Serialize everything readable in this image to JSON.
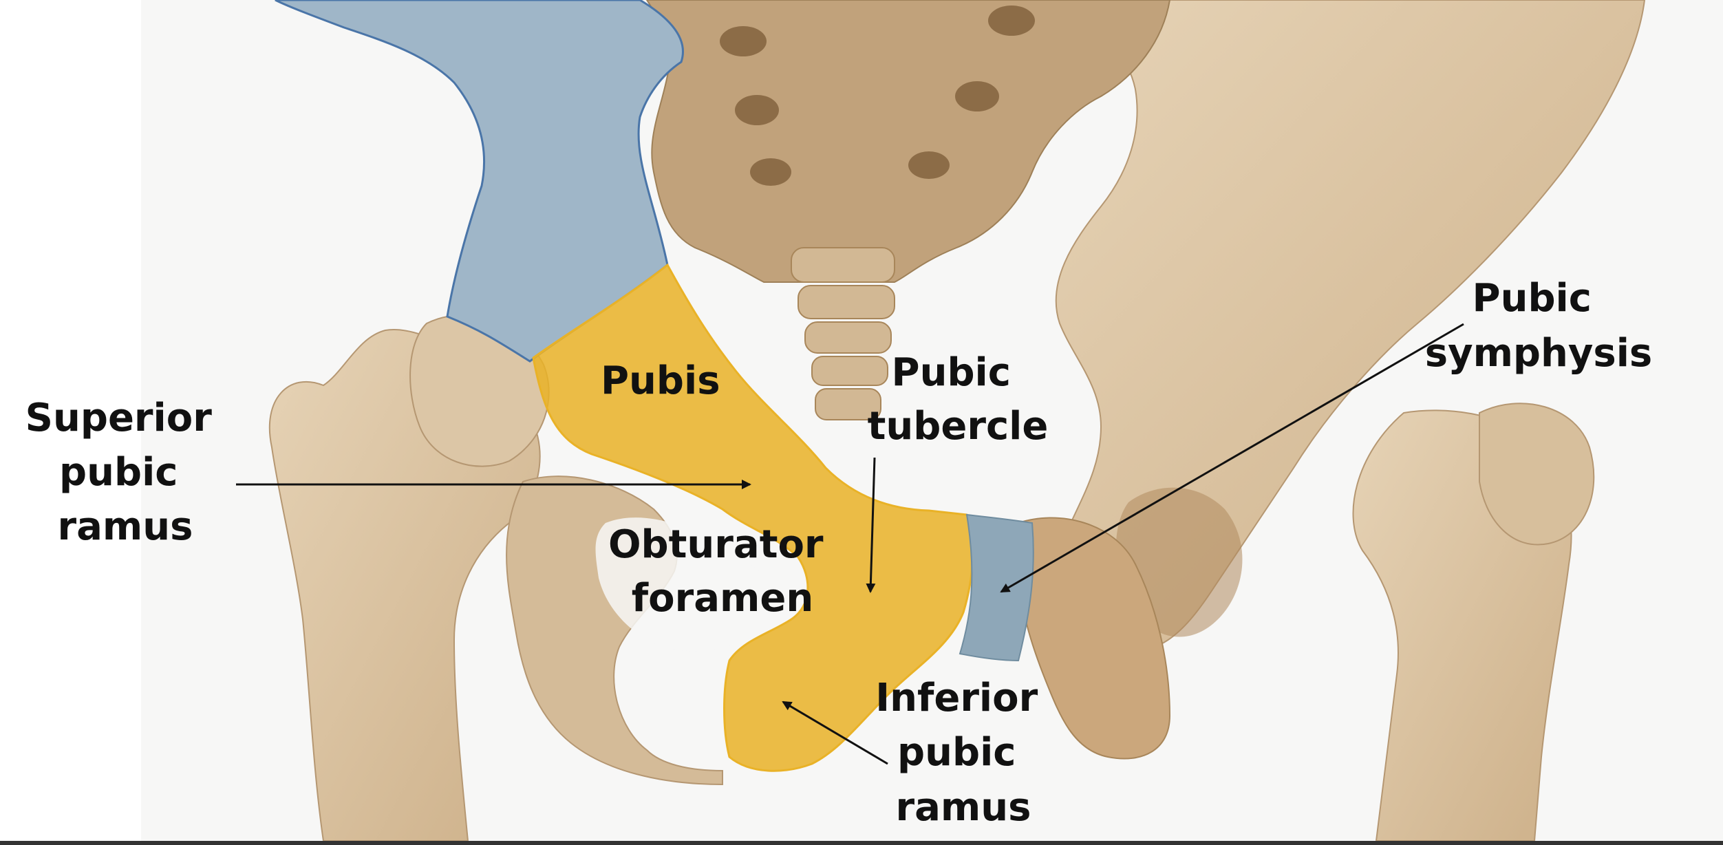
{
  "colors": {
    "pubis_region": "#e9b227",
    "ilium_region": "#9fb6c8",
    "bone": "#d9c2a2",
    "bone_shadow": "#a8865a",
    "ligament": "#8ea7b8",
    "label_text": "#111111"
  },
  "labels": {
    "pubis": "Pubis",
    "pubic_tubercle": [
      "Pubic",
      "tubercle"
    ],
    "pubic_symphysis": [
      "Pubic",
      "symphysis"
    ],
    "superior_pubic_ramus": [
      "Superior",
      "pubic",
      "ramus"
    ],
    "obturator_foramen": [
      "Obturator",
      "foramen"
    ],
    "inferior_pubic_ramus": [
      "Inferior",
      "pubic",
      "ramus"
    ]
  }
}
